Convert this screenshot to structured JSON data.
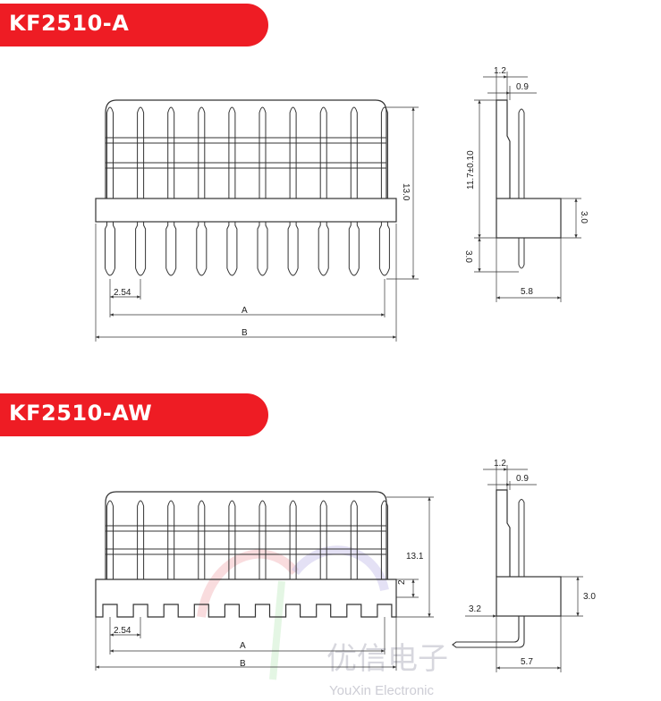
{
  "sections": [
    {
      "title": "KF2510-A",
      "front": {
        "pitch": "2.54",
        "dim_a": "A",
        "dim_b": "B",
        "height": "13.0"
      },
      "side": {
        "top_outer": "1.2",
        "top_inner": "0.9",
        "height": "11.7±0.10",
        "housing": "3.0",
        "tail": "3.0",
        "width": "5.8"
      }
    },
    {
      "title": "KF2510-AW",
      "front": {
        "pitch": "2.54",
        "dim_a": "A",
        "dim_b": "B",
        "height": "13.1",
        "slot": "2"
      },
      "side": {
        "top_outer": "1.2",
        "top_inner": "0.9",
        "housing": "3.0",
        "tail": "3.2",
        "width": "5.7"
      }
    }
  ],
  "watermark": {
    "text_cn": "优信电子",
    "text_en": "YouXin Electronic"
  },
  "colors": {
    "banner": "#ee1c24",
    "line": "#333333"
  }
}
